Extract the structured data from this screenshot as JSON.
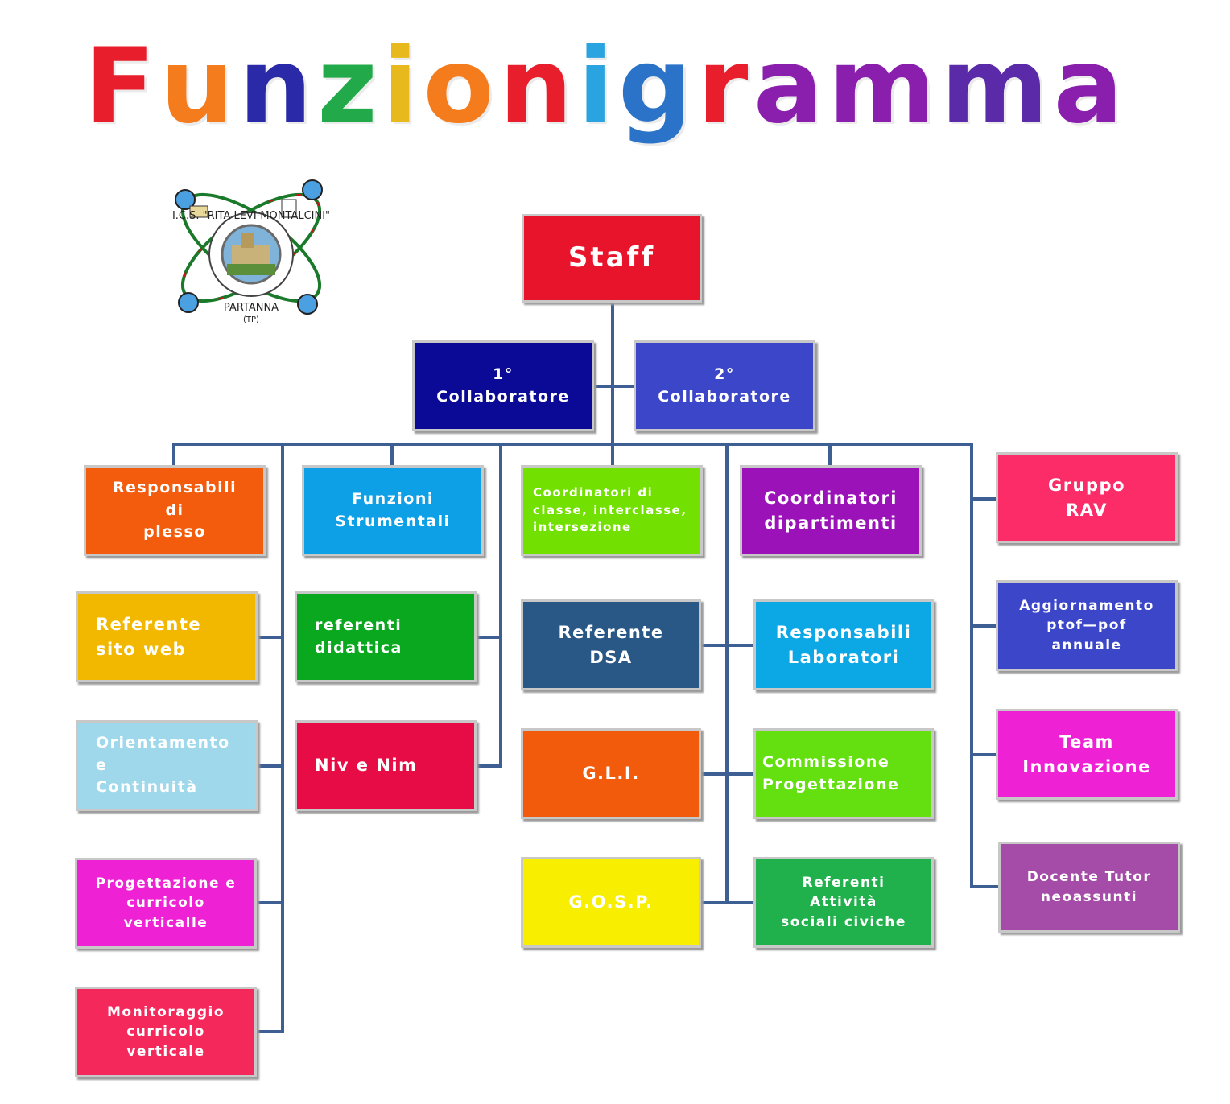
{
  "title": {
    "text": "Funzionigramma",
    "letters": [
      {
        "ch": "F",
        "color": "#e81e2c"
      },
      {
        "ch": "u",
        "color": "#f47c1c"
      },
      {
        "ch": "n",
        "color": "#2a2aa8"
      },
      {
        "ch": "z",
        "color": "#22a94a"
      },
      {
        "ch": "i",
        "color": "#e8b91c"
      },
      {
        "ch": "o",
        "color": "#f47c1c"
      },
      {
        "ch": "n",
        "color": "#e81e2c"
      },
      {
        "ch": "i",
        "color": "#2aa4e0"
      },
      {
        "ch": "g",
        "color": "#2a73c8"
      },
      {
        "ch": "r",
        "color": "#e81e2c"
      },
      {
        "ch": "a",
        "color": "#8a1fae"
      },
      {
        "ch": "m",
        "color": "#8a1fae"
      },
      {
        "ch": "m",
        "color": "#5a2aa8"
      },
      {
        "ch": "a",
        "color": "#8a1fae"
      }
    ]
  },
  "logo": {
    "text_top": "I.C.S. \"RITA LEVI-MONTALCINI\"",
    "text_bottom": "PARTANNA",
    "text_code": "(TP)"
  },
  "nodes": {
    "staff": {
      "label": "Staff",
      "color": "#e8142c"
    },
    "collab1": {
      "label": "1°\nCollaboratore",
      "color": "#0a0a96"
    },
    "collab2": {
      "label": "2°\nCollaboratore",
      "color": "#3c46c8"
    },
    "resp_plesso": {
      "label": "Responsabili\ndi\nplesso",
      "color": "#f25c0c"
    },
    "funz_strum": {
      "label": "Funzioni\nStrumentali",
      "color": "#0ea0e6"
    },
    "coord_classe": {
      "label": "Coordinatori di\nclasse, interclasse,\nintersezione",
      "color": "#72e000"
    },
    "coord_dip": {
      "label": "Coordinatori\ndipartimenti",
      "color": "#9a12b8"
    },
    "gruppo_rav": {
      "label": "Gruppo\nRAV",
      "color": "#fb2c68"
    },
    "ref_sito": {
      "label": "Referente\nsito web",
      "color": "#f2b800"
    },
    "orientamento": {
      "label": "Orientamento\ne\nContinuità",
      "color": "#9ed8ea"
    },
    "progettazione": {
      "label": "Progettazione e\ncurricolo\nverticalle",
      "color": "#ee22d4"
    },
    "monitoraggio": {
      "label": "Monitoraggio\ncurricolo\nverticale",
      "color": "#f5285c"
    },
    "ref_didattica": {
      "label": "referenti\ndidattica",
      "color": "#0aa81e"
    },
    "niv_nim": {
      "label": "Niv e Nim",
      "color": "#e80c46"
    },
    "ref_dsa": {
      "label": "Referente\nDSA",
      "color": "#2a5886"
    },
    "gli": {
      "label": "G.L.I.",
      "color": "#f25a0c"
    },
    "gosp": {
      "label": "G.O.S.P.",
      "color": "#f8ee00"
    },
    "resp_lab": {
      "label": "Responsabili\nLaboratori",
      "color": "#0ca8e6"
    },
    "comm_prog": {
      "label": "Commissione\nProgettazione",
      "color": "#64e010"
    },
    "ref_attivita": {
      "label": "Referenti\nAttività\nsociali  civiche",
      "color": "#20b04c"
    },
    "aggiornamento": {
      "label": "Aggiornamento\nptof—pof\nannuale",
      "color": "#3c46c8"
    },
    "team_innov": {
      "label": "Team\nInnovazione",
      "color": "#ee22d4"
    },
    "docente_tutor": {
      "label": "Docente Tutor\nneoassunti",
      "color": "#a44ca8"
    }
  },
  "connector_color": "#3d5f93"
}
